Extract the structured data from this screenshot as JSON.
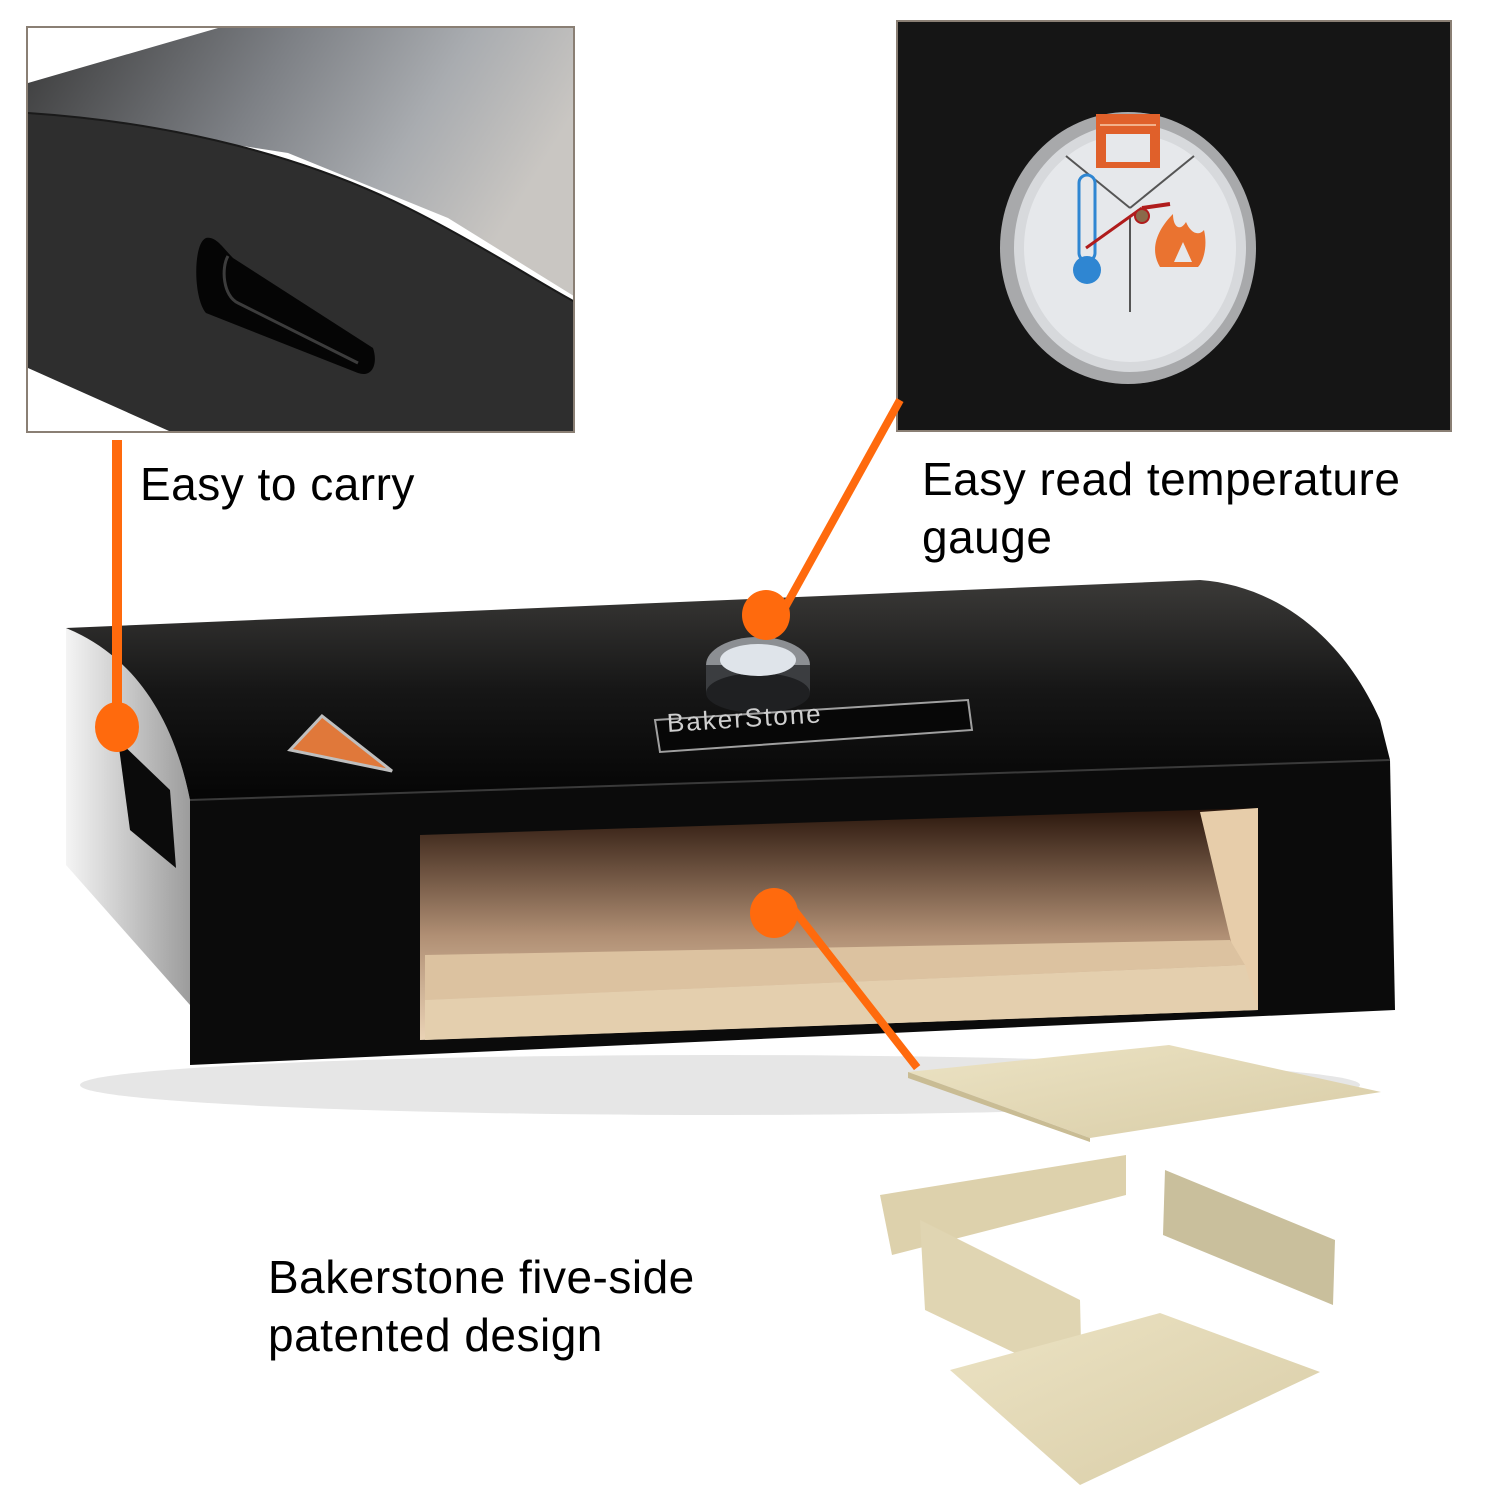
{
  "colors": {
    "accent": "#ff6a0d",
    "oven_body": "#0d0d0d",
    "stone": "#e3d7b3",
    "inset_border": "#8a7f74",
    "gauge_oven_icon": "#e0602a",
    "gauge_flame_icon": "#ea7330",
    "gauge_thermo_icon": "#2f86d2",
    "gauge_needle": "#b01c1c"
  },
  "callouts": [
    {
      "id": "carry",
      "label": "Easy to carry"
    },
    {
      "id": "gauge",
      "label_line1": "Easy read temperature",
      "label_line2": "gauge"
    },
    {
      "id": "stone",
      "label_line1": "Bakerstone  five-side",
      "label_line2": "patented design"
    }
  ],
  "product": {
    "brand_plate": "BakerStone",
    "stone_panels": [
      "top",
      "back-left-side",
      "front-left-side",
      "right-side",
      "bottom"
    ]
  },
  "gauge_icons": [
    "oven-icon",
    "thermometer-icon",
    "flame-icon"
  ]
}
